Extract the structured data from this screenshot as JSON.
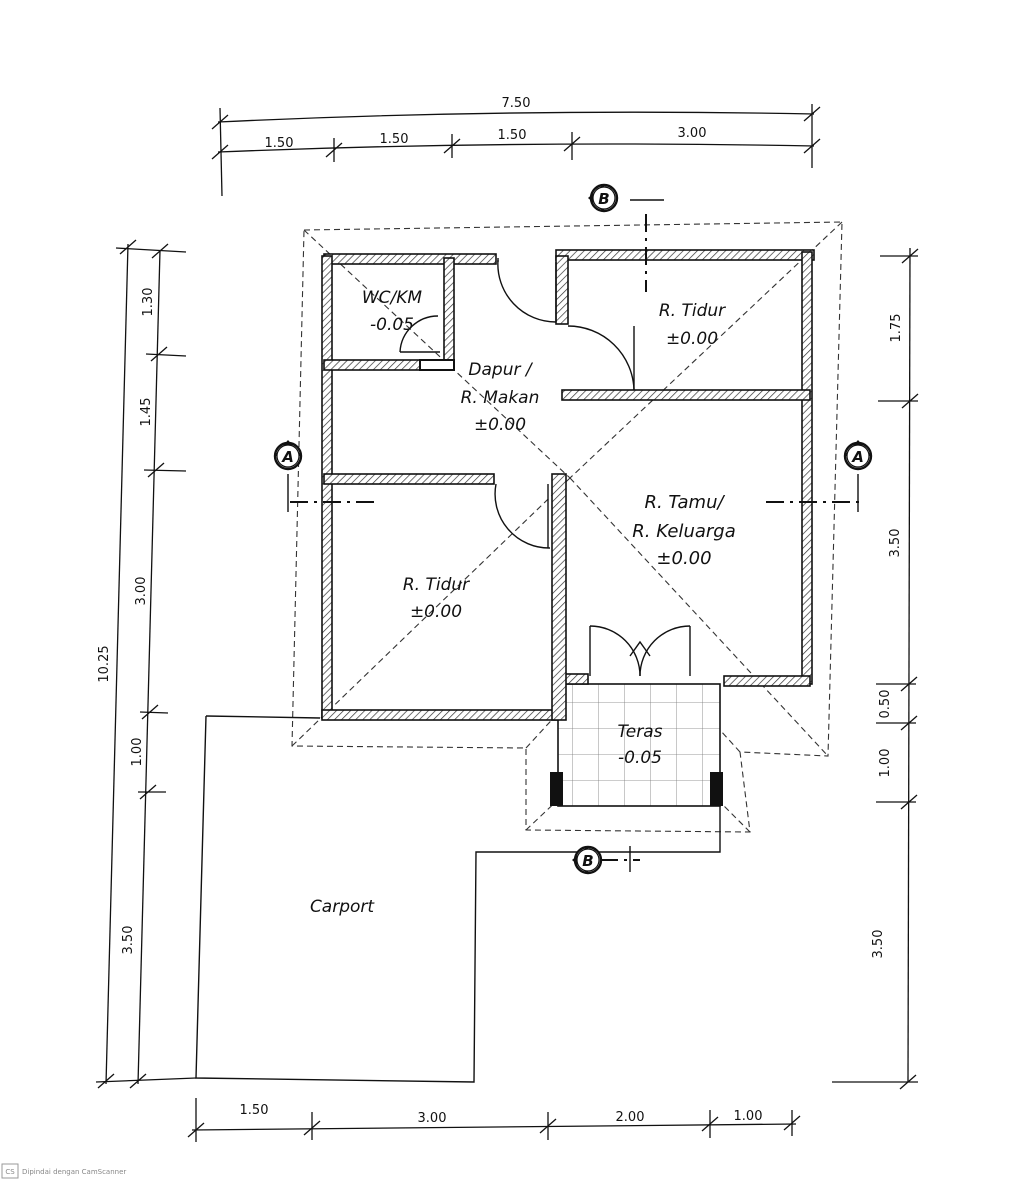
{
  "dimensions": {
    "top_total": "7.50",
    "top": [
      "1.50",
      "1.50",
      "1.50",
      "3.00"
    ],
    "bottom": [
      "1.50",
      "3.00",
      "2.00",
      "1.00"
    ],
    "left_total": "10.25",
    "left": [
      "1.30",
      "1.45",
      "3.00",
      "1.00",
      "3.50"
    ],
    "right": [
      "1.75",
      "3.50",
      "0.50",
      "1.00",
      "3.50"
    ]
  },
  "rooms": {
    "wc": {
      "name": "WC/KM",
      "level": "-0.05"
    },
    "dapur": {
      "name1": "Dapur /",
      "name2": "R. Makan",
      "level": "±0.00"
    },
    "tidur_top": {
      "name": "R. Tidur",
      "level": "±0.00"
    },
    "tidur_left": {
      "name": "R. Tidur",
      "level": "±0.00"
    },
    "tamu": {
      "name1": "R. Tamu/",
      "name2": "R. Keluarga",
      "level": "±0.00"
    },
    "teras": {
      "name": "Teras",
      "level": "-0.05"
    },
    "carport": {
      "name": "Carport"
    }
  },
  "section_markers": {
    "a_left": "A",
    "a_right": "A",
    "b_top": "B",
    "b_bottom": "B"
  },
  "watermark": "Dipindai dengan CamScanner",
  "watermark_logo": "CS"
}
